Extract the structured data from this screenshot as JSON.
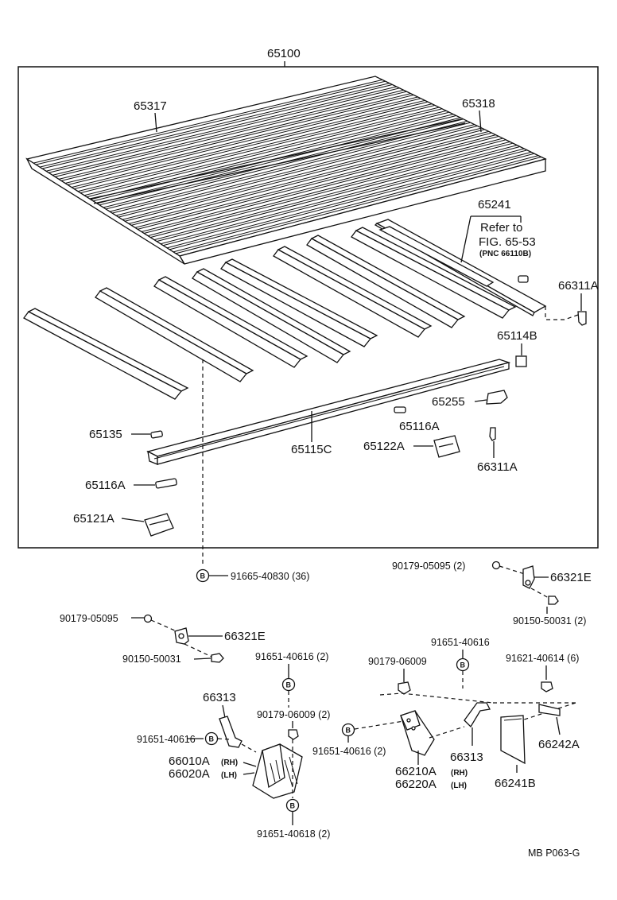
{
  "assembly_label": "65100",
  "refer": {
    "line1": "Refer to",
    "line2": "FIG. 65-53",
    "line3": "(PNC 66110B)"
  },
  "bolt_mark": "B",
  "labels": {
    "p65317": "65317",
    "p65318": "65318",
    "p65241": "65241",
    "p66311A_top": "66311A",
    "p65114B": "65114B",
    "p65255": "65255",
    "p65116A_right": "65116A",
    "p65122A": "65122A",
    "p65135": "65135",
    "p65115C": "65115C",
    "p66311A_bottom": "66311A",
    "p65116A_left": "65116A",
    "p65121A": "65121A",
    "bolt_91665": "91665-40830 (36)",
    "n90179_05095_right": "90179-05095 (2)",
    "n66321E_right": "66321E",
    "n90150_50031_right": "90150-50031 (2)",
    "n90179_05095_left": "90179-05095",
    "n66321E_left": "66321E",
    "n90150_50031_left": "90150-50031",
    "n91651_40616_top_left": "91651-40616 (2)",
    "n66313_left": "66313",
    "n90179_06009_2": "90179-06009 (2)",
    "n91651_40616_left": "91651-40616",
    "n66010A": "66010A",
    "n66010A_side": "(RH)",
    "n66020A": "66020A",
    "n66020A_side": "(LH)",
    "n91651_40618_bottom": "91651-40618 (2)",
    "n90179_06009": "90179-06009",
    "n91651_40616_top_right": "91651-40616",
    "n91621_40614": "91621-40614 (6)",
    "n91651_40616_mid": "91651-40616 (2)",
    "n66313_right": "66313",
    "n66242A": "66242A",
    "n66210A": "66210A",
    "n66210A_side": "(RH)",
    "n66220A": "66220A",
    "n66220A_side": "(LH)",
    "n66241B": "66241B"
  },
  "footer_code": "MB P063-G"
}
